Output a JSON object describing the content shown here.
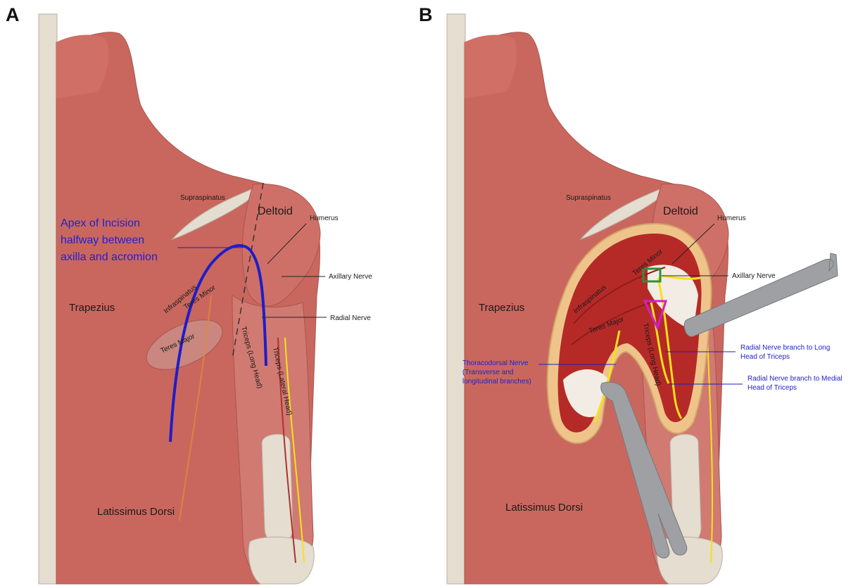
{
  "panels": {
    "a": {
      "letter": "A",
      "labels": {
        "supraspinatus": "Supraspinatus",
        "deltoid": "Deltoid",
        "humerus": "Humerus",
        "axillary_nerve": "Axillary Nerve",
        "radial_nerve": "Radial Nerve",
        "trapezius": "Trapezius",
        "infraspinatus": "Infraspinatus",
        "teres_minor": "Teres Minor",
        "teres_major": "Teres Major",
        "triceps_long": "Triceps (Long Head)",
        "triceps_lateral": "Triceps (Lateral Head)",
        "latissimus": "Latissimus Dorsi",
        "apex_line1": "Apex of Incision",
        "apex_line2": "halfway between",
        "apex_line3": "axilla and acromion"
      }
    },
    "b": {
      "letter": "B",
      "labels": {
        "supraspinatus": "Supraspinatus",
        "deltoid": "Deltoid",
        "humerus": "Humerus",
        "axillary_nerve": "Axillary Nerve",
        "trapezius": "Trapezius",
        "infraspinatus": "Infraspinatus",
        "teres_minor": "Teres Minor",
        "teres_major": "Teres Major",
        "triceps_long": "Triceps (Long Head)",
        "latissimus": "Latissimus Dorsi",
        "thoracodorsal_line1": "Thoracodorsal Nerve",
        "thoracodorsal_line2": "(Transverse and",
        "thoracodorsal_line3": "longitudinal branches)",
        "radial_long_line1": "Radial Nerve branch to Long",
        "radial_long_line2": "Head of Triceps",
        "radial_medial_line1": "Radial Nerve branch to Medial",
        "radial_medial_line2": "Head of Triceps"
      }
    }
  },
  "colors": {
    "muscle": "#c9675e",
    "muscle_dark": "#b0524a",
    "muscle_exposed": "#b52a27",
    "bone": "#e4ddd0",
    "fat": "#efc48a",
    "nerve_yellow": "#f4e21c",
    "incision": "#1e1ec8",
    "label_blue": "#2222cc",
    "retractor": "#9ea0a3",
    "marker_green": "#2f8f3a",
    "marker_magenta": "#d41ccf"
  }
}
